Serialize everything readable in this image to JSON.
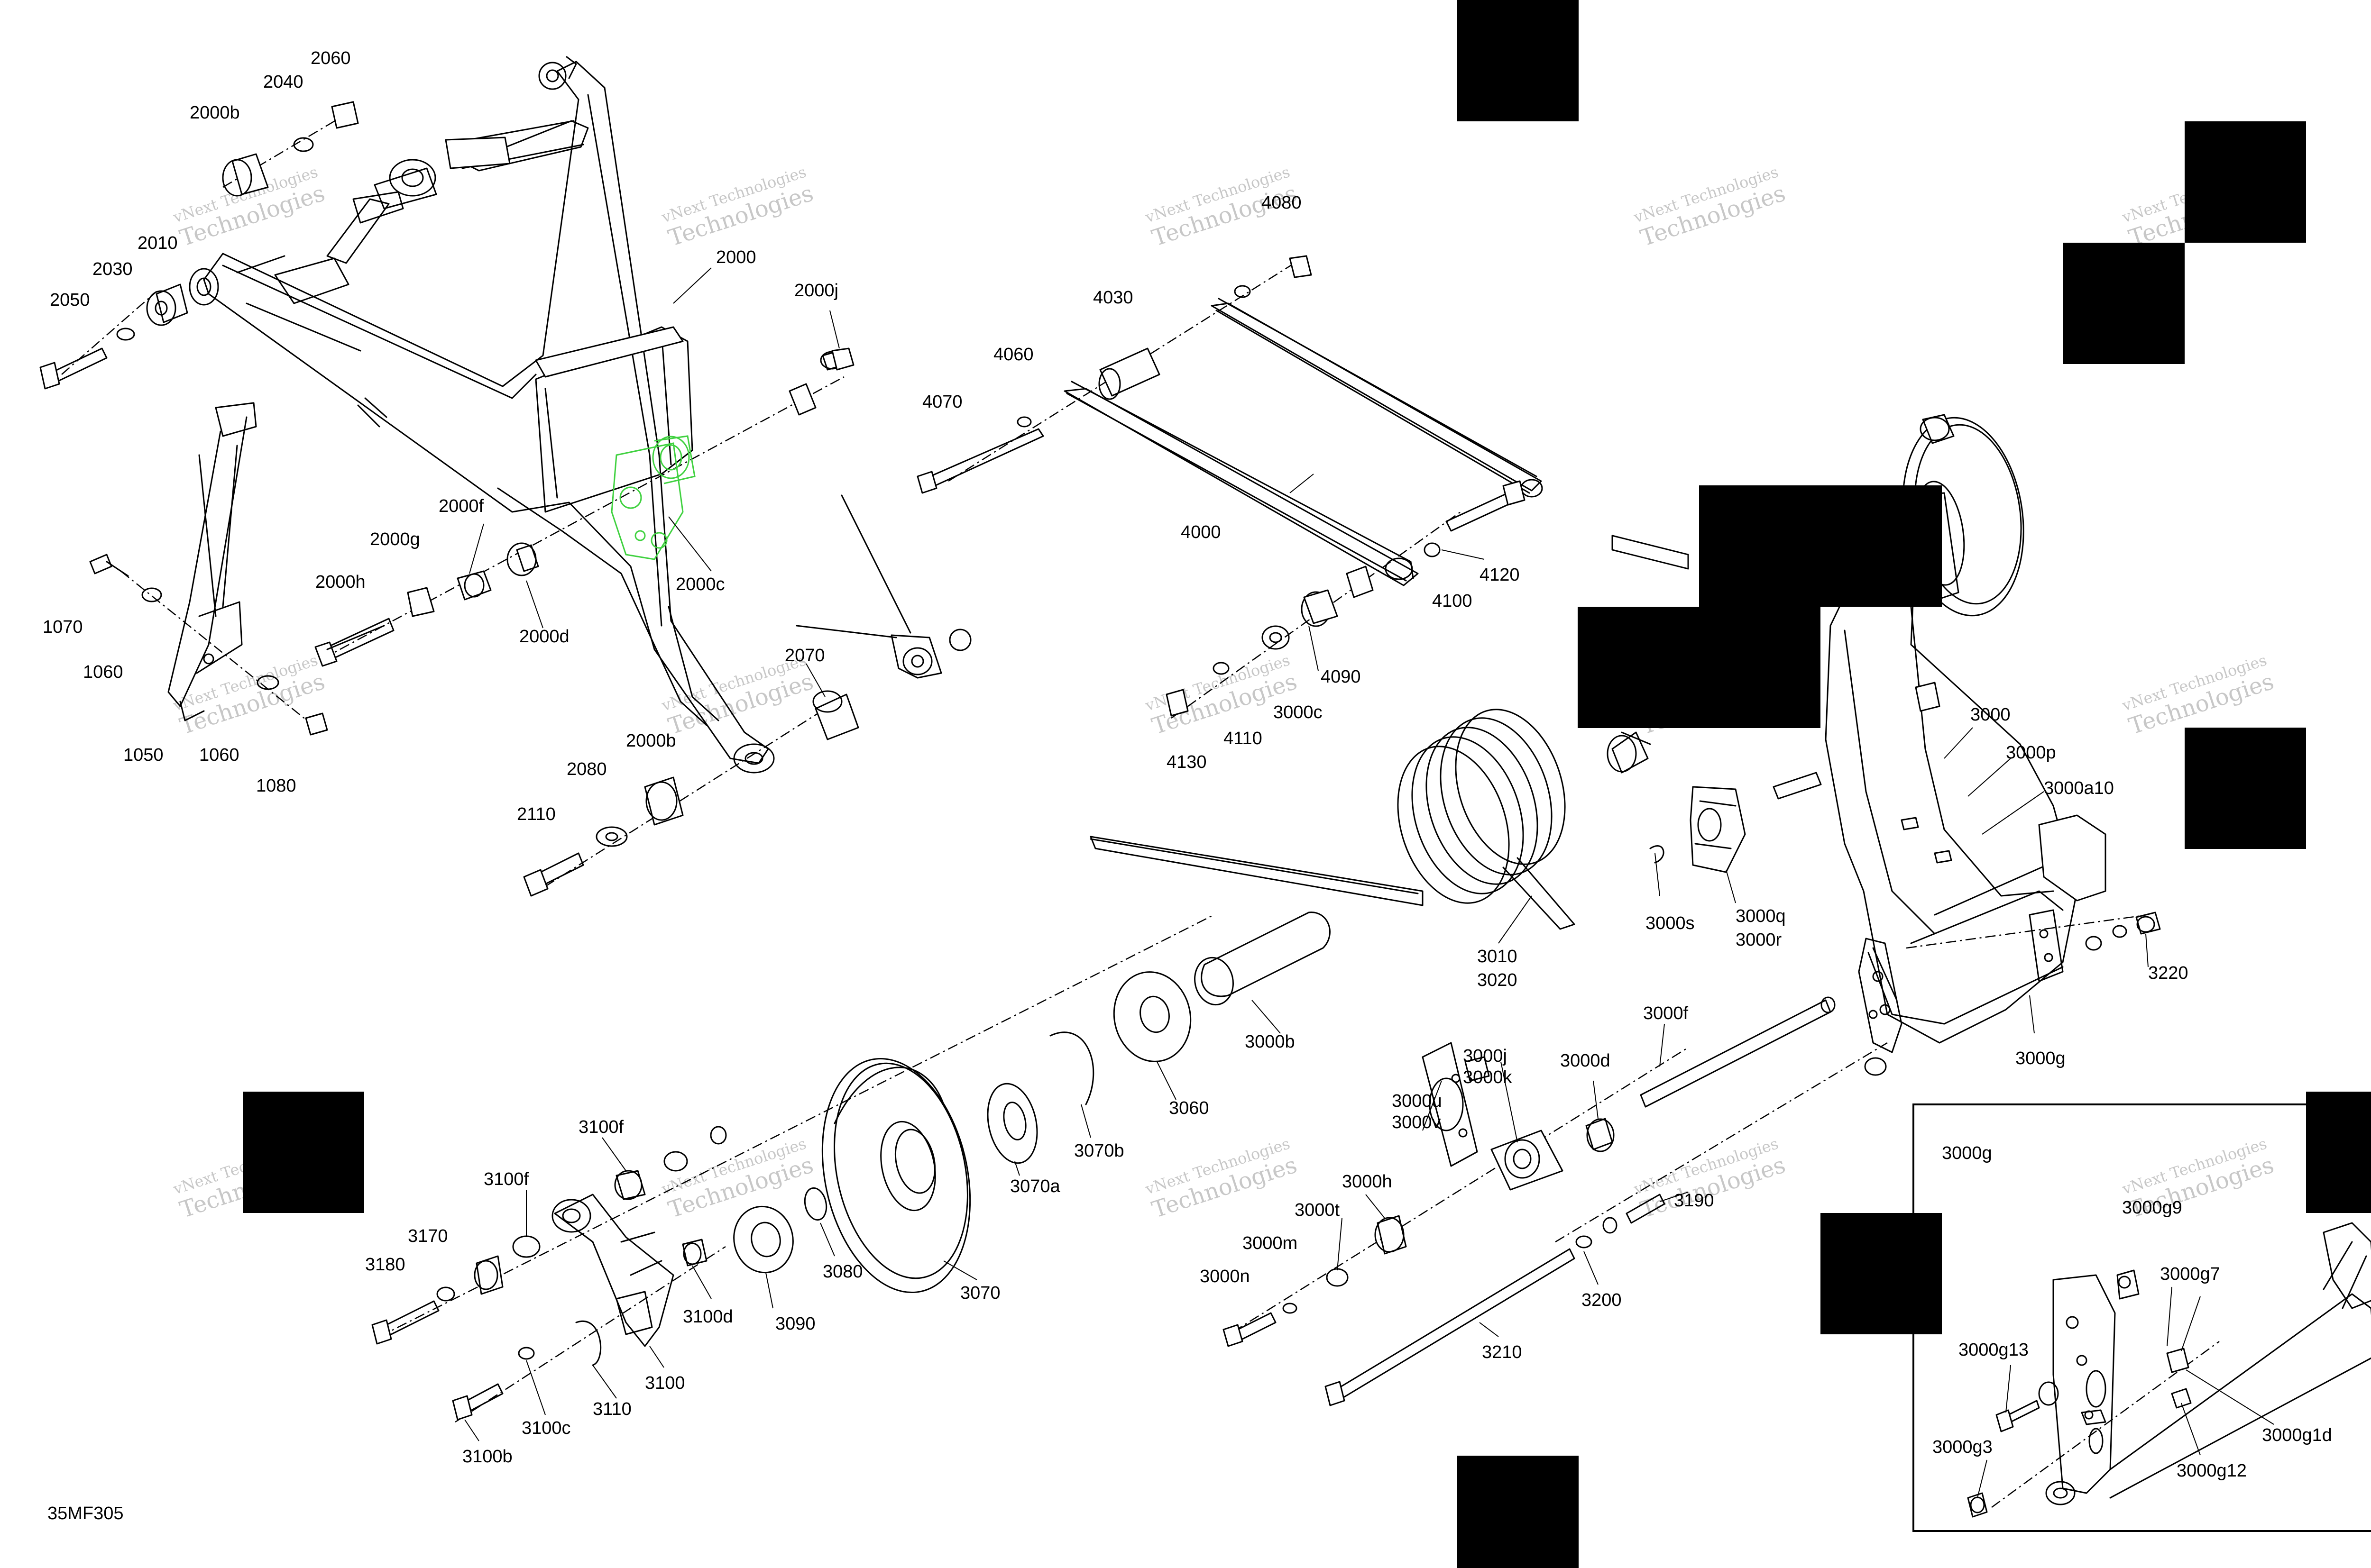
{
  "drawing_id": "35MF305",
  "watermark": {
    "line1": "vNext",
    "line2": "Technologies",
    "line3": "vNext Technologies"
  },
  "colors": {
    "ink": "#000000",
    "highlight": "#3fd13f",
    "watermark": "#9a9a9a"
  },
  "inset_title": "3000g",
  "labels": {
    "l2060": "2060",
    "l2040": "2040",
    "l2000b_top": "2000b",
    "l2010": "2010",
    "l2030": "2030",
    "l2050": "2050",
    "l2000": "2000",
    "l2000j": "2000j",
    "l2000f": "2000f",
    "l2000g": "2000g",
    "l2000h": "2000h",
    "l2000d": "2000d",
    "l2000c": "2000c",
    "l2070": "2070",
    "l2000b_bot": "2000b",
    "l2080": "2080",
    "l2110": "2110",
    "l1070": "1070",
    "l1060a": "1060",
    "l1050": "1050",
    "l1060b": "1060",
    "l1080": "1080",
    "l4080": "4080",
    "l4030": "4030",
    "l4060": "4060",
    "l4070": "4070",
    "l4000": "4000",
    "l4120": "4120",
    "l4100": "4100",
    "l4090": "4090",
    "l3000c": "3000c",
    "l4110": "4110",
    "l4130": "4130",
    "l3000": "3000",
    "l3000p": "3000p",
    "l3000a10": "3000a10",
    "l3000s": "3000s",
    "l3000q": "3000q",
    "l3000r": "3000r",
    "l3010": "3010",
    "l3020": "3020",
    "l3220": "3220",
    "l3000b": "3000b",
    "l3000f": "3000f",
    "l3000d": "3000d",
    "l3000j": "3000j",
    "l3000k": "3000k",
    "l3000u": "3000u",
    "l3000v": "3000v",
    "l3000g": "3000g",
    "l3060": "3060",
    "l3070b": "3070b",
    "l3070a": "3070a",
    "l3070": "3070",
    "l3080": "3080",
    "l3090": "3090",
    "l3100f_a": "3100f",
    "l3100f_b": "3100f",
    "l3170": "3170",
    "l3180": "3180",
    "l3100d": "3100d",
    "l3100": "3100",
    "l3110": "3110",
    "l3100c": "3100c",
    "l3100b": "3100b",
    "l3000h": "3000h",
    "l3000t": "3000t",
    "l3000m": "3000m",
    "l3000n": "3000n",
    "l3210": "3210",
    "l3200": "3200",
    "l3190": "3190",
    "l3000g9": "3000g9",
    "l3000g7": "3000g7",
    "l3000g13": "3000g13",
    "l3000g1d": "3000g1d",
    "l3000g3": "3000g3",
    "l3000g12": "3000g12"
  }
}
